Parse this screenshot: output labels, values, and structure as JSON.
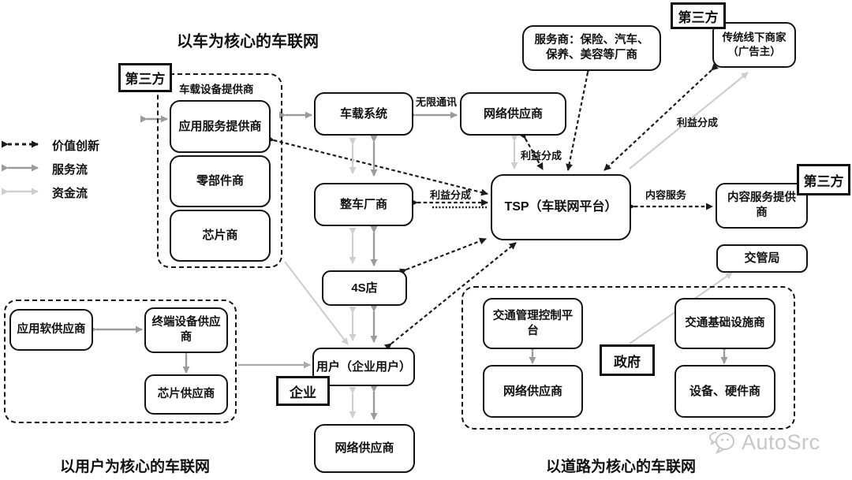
{
  "titles": {
    "car": "以车为核心的车联网",
    "user": "以用户为核心的车联网",
    "road": "以道路为核心的车联网"
  },
  "legend": {
    "items": [
      {
        "label": "价值创新",
        "style": "dashed-black"
      },
      {
        "label": "服务流",
        "style": "gray"
      },
      {
        "label": "资金流",
        "style": "light-gray"
      }
    ]
  },
  "badges": {
    "third_party_car": "第三方",
    "third_party_top": "第三方",
    "third_party_right": "第三方",
    "enterprise": "企业",
    "government": "政府"
  },
  "clusters": {
    "car_label": "车载设备提供商"
  },
  "nodes": {
    "app_service_provider": "应用服务提供商",
    "parts_vendor": "零部件商",
    "chip_vendor": "芯片商",
    "ivi_system": "车载系统",
    "network_provider_top": "网络供应商",
    "oem": "整车厂商",
    "tsp": "TSP（车联网平台）",
    "dealer_4s": "4S店",
    "user": "用户（企业用户）",
    "network_provider_bottom": "网络供应商",
    "service_merchants": "服务商：保险、汽车、保养、美容等厂商",
    "offline_merchants": "传统线下商家（广告主）",
    "content_service_provider": "内容服务提供商",
    "traffic_bureau": "交管局",
    "traffic_mgmt_platform": "交通管理控制平台",
    "network_provider_road": "网络供应商",
    "traffic_infra_vendor": "交通基础设施商",
    "device_hardware_vendor": "设备、硬件商",
    "app_software_supplier": "应用软供应商",
    "terminal_device_supplier": "终端设备供应商",
    "chip_supplier": "芯片供应商"
  },
  "edge_labels": {
    "wireless_comm": "无限通讯",
    "revenue_share_net": "利益分成",
    "revenue_share_oem": "利益分成",
    "revenue_share_merchant": "利益分成",
    "content_service": "内容服务"
  },
  "logo": {
    "text": "AutoSrc"
  },
  "colors": {
    "line_black": "#1c1c1c",
    "line_gray": "#9b9b9b",
    "line_light_gray": "#cfcfcf",
    "logo_gray": "#c7c7c7"
  }
}
